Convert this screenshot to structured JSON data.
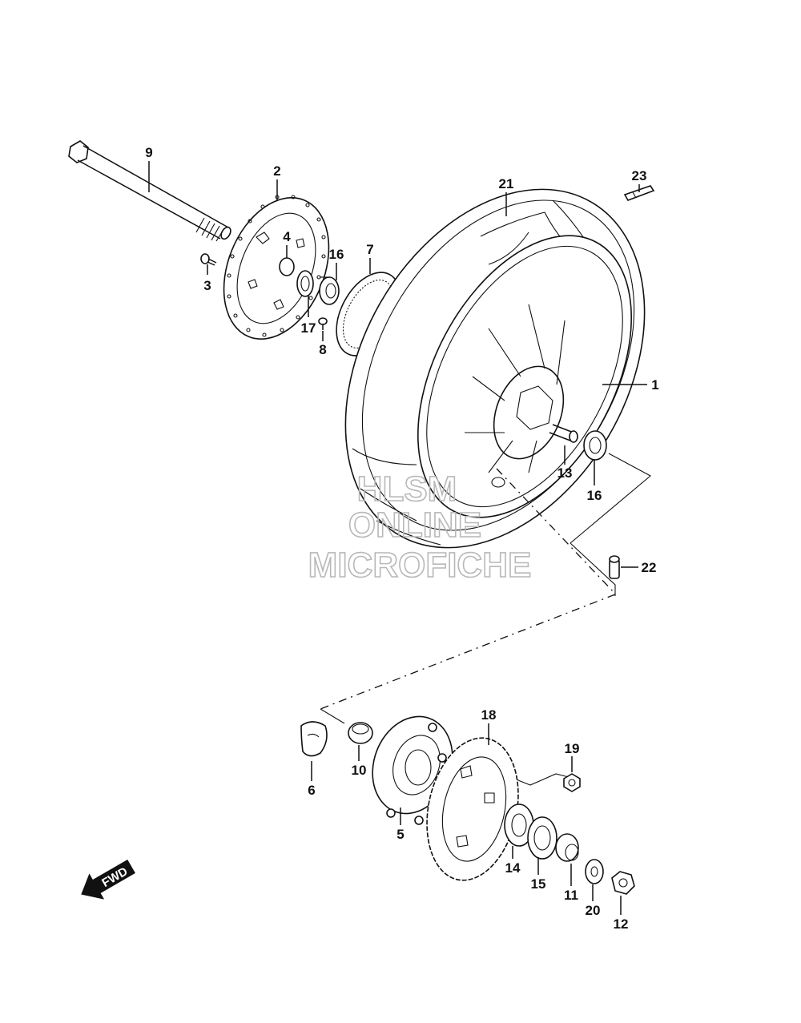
{
  "watermark": {
    "line1": "HLSM",
    "line2": "ONLINE",
    "line3": "MICROFICHE"
  },
  "direction_label": "FWD",
  "callouts": {
    "c1": "1",
    "c2": "2",
    "c3": "3",
    "c4": "4",
    "c5": "5",
    "c6": "6",
    "c7": "7",
    "c8": "8",
    "c9": "9",
    "c10": "10",
    "c11": "11",
    "c12": "12",
    "c13": "13",
    "c14": "14",
    "c15": "15",
    "c16a": "16",
    "c16b": "16",
    "c17": "17",
    "c18": "18",
    "c19": "19",
    "c20": "20",
    "c21": "21",
    "c22": "22",
    "c23": "23"
  }
}
